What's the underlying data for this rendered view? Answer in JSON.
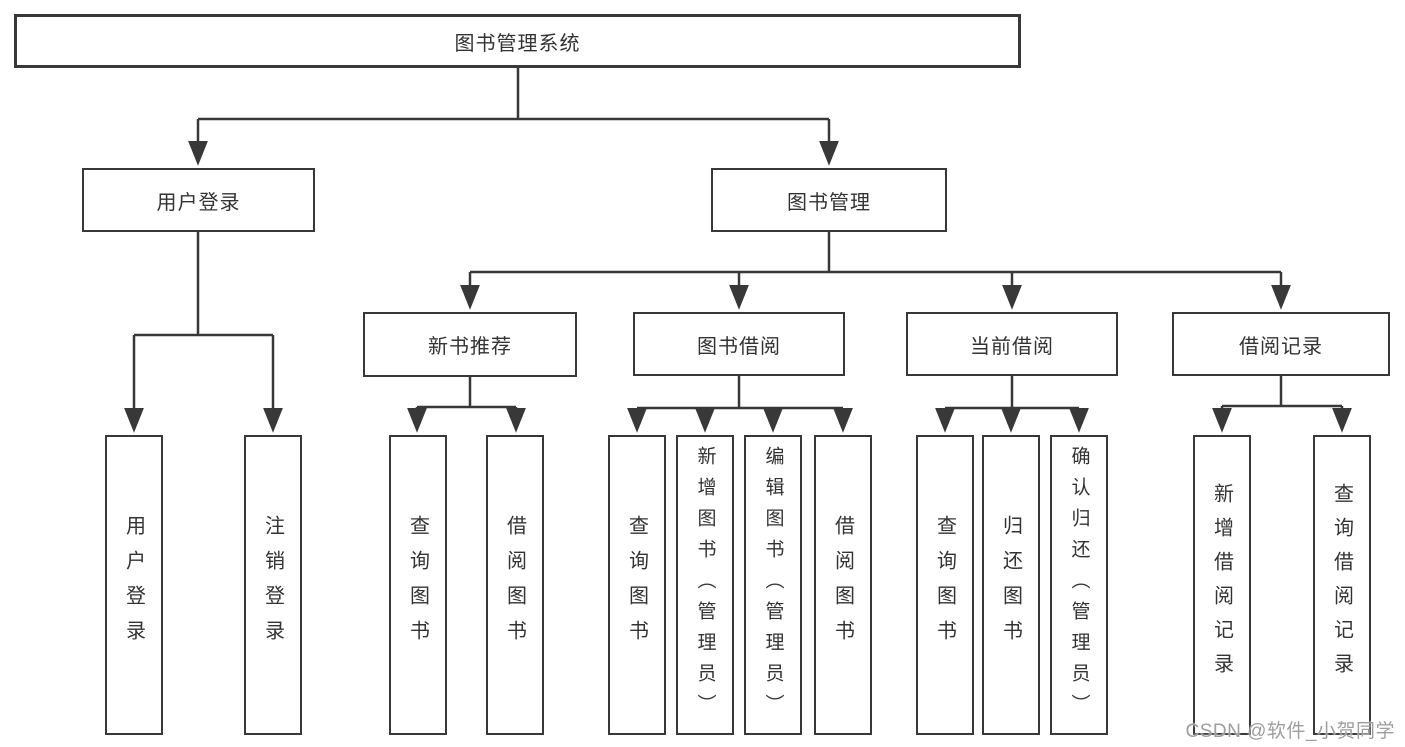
{
  "diagram": {
    "type": "hierarchy-tree",
    "root": {
      "label": "图书管理系统"
    },
    "level2": [
      {
        "label": "用户登录",
        "children": [
          {
            "label": "用户登录"
          },
          {
            "label": "注销登录"
          }
        ]
      },
      {
        "label": "图书管理",
        "children": [
          {
            "label": "新书推荐",
            "children": [
              {
                "label": "查询图书"
              },
              {
                "label": "借阅图书"
              }
            ]
          },
          {
            "label": "图书借阅",
            "children": [
              {
                "label": "查询图书"
              },
              {
                "label": "新增图书（管理员）"
              },
              {
                "label": "编辑图书（管理员）"
              },
              {
                "label": "借阅图书"
              }
            ]
          },
          {
            "label": "当前借阅",
            "children": [
              {
                "label": "查询图书"
              },
              {
                "label": "归还图书"
              },
              {
                "label": "确认归还（管理员）"
              }
            ]
          },
          {
            "label": "借阅记录",
            "children": [
              {
                "label": "新增借阅记录"
              },
              {
                "label": "查询借阅记录"
              }
            ]
          }
        ]
      }
    ]
  },
  "watermark": {
    "text": "CSDN @软件_小贺同学"
  },
  "colors": {
    "line": "#383838",
    "box_border": "#383838",
    "text": "#333333",
    "watermark": "#9e9e9e",
    "background": "#ffffff"
  }
}
